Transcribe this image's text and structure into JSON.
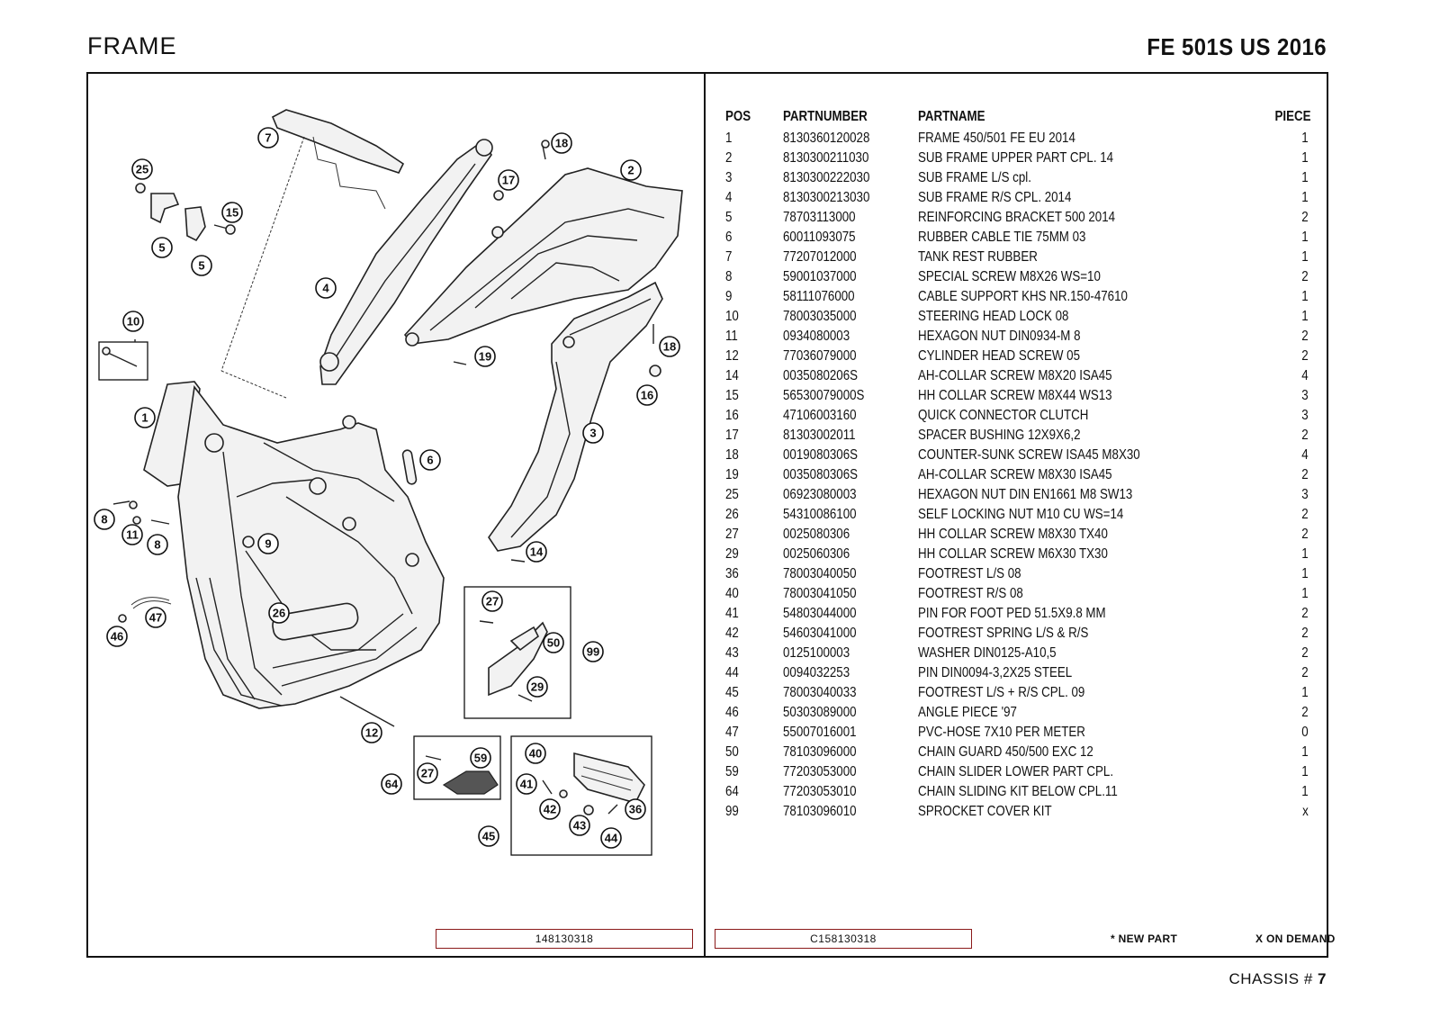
{
  "header": {
    "section_title": "FRAME",
    "model_title": "FE 501S US 2016"
  },
  "table": {
    "columns": [
      "POS",
      "PARTNUMBER",
      "PARTNAME",
      "PIECE"
    ],
    "rows": [
      {
        "pos": "1",
        "partnumber": "8130360120028",
        "partname": "FRAME 450/501 FE EU 2014",
        "piece": "1"
      },
      {
        "pos": "2",
        "partnumber": "8130300211030",
        "partname": "SUB FRAME UPPER PART CPL. 14",
        "piece": "1"
      },
      {
        "pos": "3",
        "partnumber": "8130300222030",
        "partname": "SUB FRAME L/S cpl.",
        "piece": "1"
      },
      {
        "pos": "4",
        "partnumber": "8130300213030",
        "partname": "SUB FRAME R/S CPL. 2014",
        "piece": "1"
      },
      {
        "pos": "5",
        "partnumber": "78703113000",
        "partname": "REINFORCING BRACKET 500 2014",
        "piece": "2"
      },
      {
        "pos": "6",
        "partnumber": "60011093075",
        "partname": "RUBBER CABLE TIE 75MM 03",
        "piece": "1"
      },
      {
        "pos": "7",
        "partnumber": "77207012000",
        "partname": "TANK REST RUBBER",
        "piece": "1"
      },
      {
        "pos": "8",
        "partnumber": "59001037000",
        "partname": "SPECIAL SCREW M8X26 WS=10",
        "piece": "2"
      },
      {
        "pos": "9",
        "partnumber": "58111076000",
        "partname": "CABLE SUPPORT KHS NR.150-47610",
        "piece": "1"
      },
      {
        "pos": "10",
        "partnumber": "78003035000",
        "partname": "STEERING HEAD LOCK 08",
        "piece": "1"
      },
      {
        "pos": "11",
        "partnumber": "0934080003",
        "partname": "HEXAGON NUT DIN0934-M 8",
        "piece": "2"
      },
      {
        "pos": "12",
        "partnumber": "77036079000",
        "partname": "CYLINDER HEAD SCREW 05",
        "piece": "2"
      },
      {
        "pos": "14",
        "partnumber": "0035080206S",
        "partname": "AH-COLLAR SCREW M8X20 ISA45",
        "piece": "4"
      },
      {
        "pos": "15",
        "partnumber": "56530079000S",
        "partname": "HH COLLAR SCREW M8X44 WS13",
        "piece": "3"
      },
      {
        "pos": "16",
        "partnumber": "47106003160",
        "partname": "QUICK CONNECTOR CLUTCH",
        "piece": "3"
      },
      {
        "pos": "17",
        "partnumber": "81303002011",
        "partname": "SPACER BUSHING 12X9X6,2",
        "piece": "2"
      },
      {
        "pos": "18",
        "partnumber": "0019080306S",
        "partname": "COUNTER-SUNK SCREW ISA45 M8X30",
        "piece": "4"
      },
      {
        "pos": "19",
        "partnumber": "0035080306S",
        "partname": "AH-COLLAR SCREW M8X30 ISA45",
        "piece": "2"
      },
      {
        "pos": "25",
        "partnumber": "06923080003",
        "partname": "HEXAGON NUT DIN EN1661 M8 SW13",
        "piece": "3"
      },
      {
        "pos": "26",
        "partnumber": "54310086100",
        "partname": "SELF LOCKING NUT M10 CU WS=14",
        "piece": "2"
      },
      {
        "pos": "27",
        "partnumber": "0025080306",
        "partname": "HH COLLAR SCREW M8X30 TX40",
        "piece": "2"
      },
      {
        "pos": "29",
        "partnumber": "0025060306",
        "partname": "HH COLLAR SCREW M6X30 TX30",
        "piece": "1"
      },
      {
        "pos": "36",
        "partnumber": "78003040050",
        "partname": "FOOTREST L/S 08",
        "piece": "1"
      },
      {
        "pos": "40",
        "partnumber": "78003041050",
        "partname": "FOOTREST R/S 08",
        "piece": "1"
      },
      {
        "pos": "41",
        "partnumber": "54803044000",
        "partname": "PIN FOR FOOT PED 51.5X9.8 MM",
        "piece": "2"
      },
      {
        "pos": "42",
        "partnumber": "54603041000",
        "partname": "FOOTREST SPRING L/S & R/S",
        "piece": "2"
      },
      {
        "pos": "43",
        "partnumber": "0125100003",
        "partname": "WASHER DIN0125-A10,5",
        "piece": "2"
      },
      {
        "pos": "44",
        "partnumber": "0094032253",
        "partname": "PIN DIN0094-3,2X25 STEEL",
        "piece": "2"
      },
      {
        "pos": "45",
        "partnumber": "78003040033",
        "partname": "FOOTREST L/S + R/S CPL. 09",
        "piece": "1"
      },
      {
        "pos": "46",
        "partnumber": "50303089000",
        "partname": "ANGLE PIECE '97",
        "piece": "2"
      },
      {
        "pos": "47",
        "partnumber": "55007016001",
        "partname": "PVC-HOSE 7X10 PER METER",
        "piece": "0"
      },
      {
        "pos": "50",
        "partnumber": "78103096000",
        "partname": "CHAIN GUARD 450/500 EXC 12",
        "piece": "1"
      },
      {
        "pos": "59",
        "partnumber": "77203053000",
        "partname": "CHAIN SLIDER LOWER PART CPL.",
        "piece": "1"
      },
      {
        "pos": "64",
        "partnumber": "77203053010",
        "partname": "CHAIN SLIDING KIT BELOW CPL.11",
        "piece": "1"
      },
      {
        "pos": "99",
        "partnumber": "78103096010",
        "partname": "SPROCKET COVER KIT",
        "piece": "x"
      }
    ]
  },
  "diagram": {
    "callouts": [
      "7",
      "18",
      "25",
      "2",
      "17",
      "15",
      "5",
      "5",
      "4",
      "10",
      "18",
      "19",
      "16",
      "1",
      "3",
      "6",
      "8",
      "11",
      "8",
      "9",
      "14",
      "27",
      "50",
      "99",
      "26",
      "47",
      "46",
      "29",
      "12",
      "59",
      "27",
      "64",
      "40",
      "41",
      "42",
      "43",
      "36",
      "44",
      "45"
    ]
  },
  "footer": {
    "drawing_ref": "148130318",
    "table_ref": "C158130318",
    "new_part_legend": "* NEW PART",
    "on_demand_legend": "X ON DEMAND",
    "chapter_label": "CHASSIS #",
    "chapter_number": "7"
  }
}
